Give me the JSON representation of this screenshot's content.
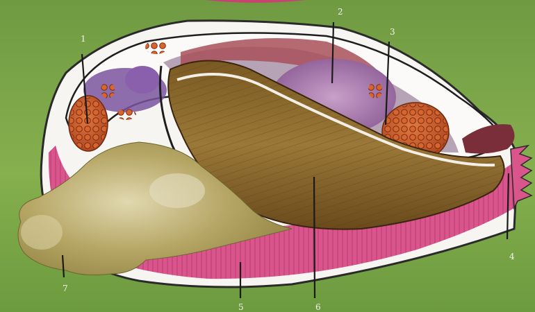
{
  "diagram": {
    "callouts": [
      {
        "id": "c1",
        "number": "1"
      },
      {
        "id": "c2",
        "number": "2"
      },
      {
        "id": "c3",
        "number": "3"
      },
      {
        "id": "c4",
        "number": "4"
      },
      {
        "id": "c5",
        "number": "5"
      },
      {
        "id": "c6",
        "number": "6"
      },
      {
        "id": "c7",
        "number": "7"
      }
    ]
  },
  "colors": {
    "background": "#7fa74a",
    "shell": "#f7f5f2",
    "mantle": "#d9558c",
    "gill": "#8a6a2e",
    "foot": "#b8a868",
    "visceral_purple": "#9b6fa2",
    "gonad_orange": "#c9542a",
    "muscle": "#a8505a"
  }
}
